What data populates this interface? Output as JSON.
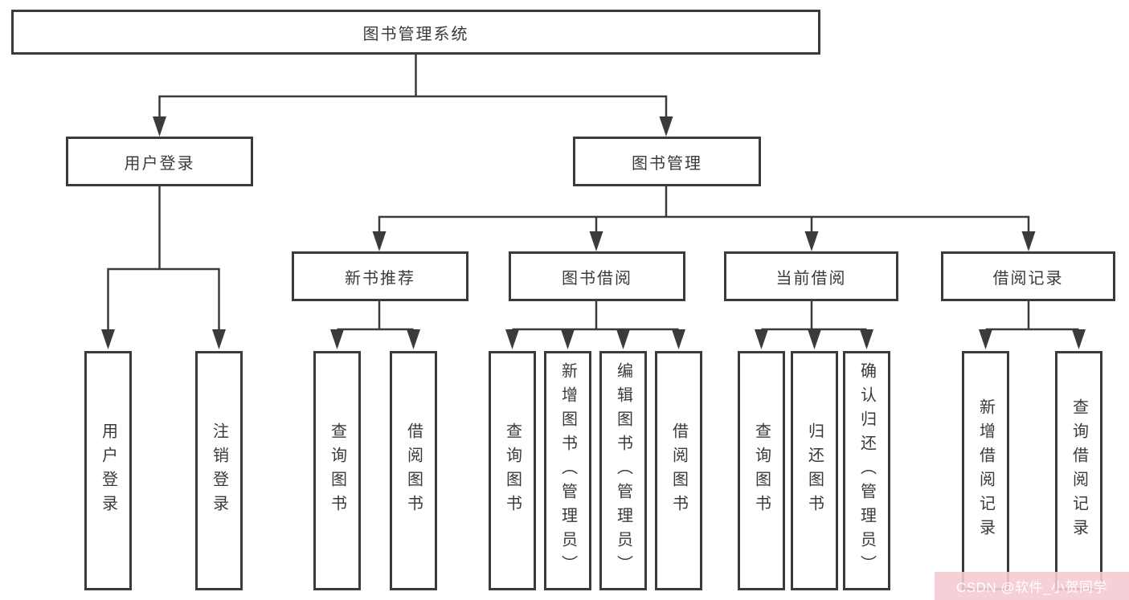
{
  "diagram": {
    "nodes": {
      "root": "图书管理系统",
      "user_login": {
        "label": "用户登录",
        "children": [
          "用户登录",
          "注销登录"
        ]
      },
      "book_management": {
        "label": "图书管理",
        "modules": [
          {
            "label": "新书推荐",
            "children": [
              "查询图书",
              "借阅图书"
            ]
          },
          {
            "label": "图书借阅",
            "children": [
              "查询图书",
              "新增图书（管理员）",
              "编辑图书（管理员）",
              "借阅图书"
            ]
          },
          {
            "label": "当前借阅",
            "children": [
              "查询图书",
              "归还图书",
              "确认归还（管理员）"
            ]
          },
          {
            "label": "借阅记录",
            "children": [
              "新增借阅记录",
              "查询借阅记录"
            ]
          }
        ]
      }
    },
    "colors": {
      "border": "#3b3b3b",
      "text": "#3a3a3a",
      "line": "#3b3b3b",
      "background": "#ffffff",
      "watermark_background": "#f6cad2",
      "watermark_text": "#ffffff"
    },
    "watermark": {
      "text": "CSDN @软件_小贺同学"
    }
  }
}
